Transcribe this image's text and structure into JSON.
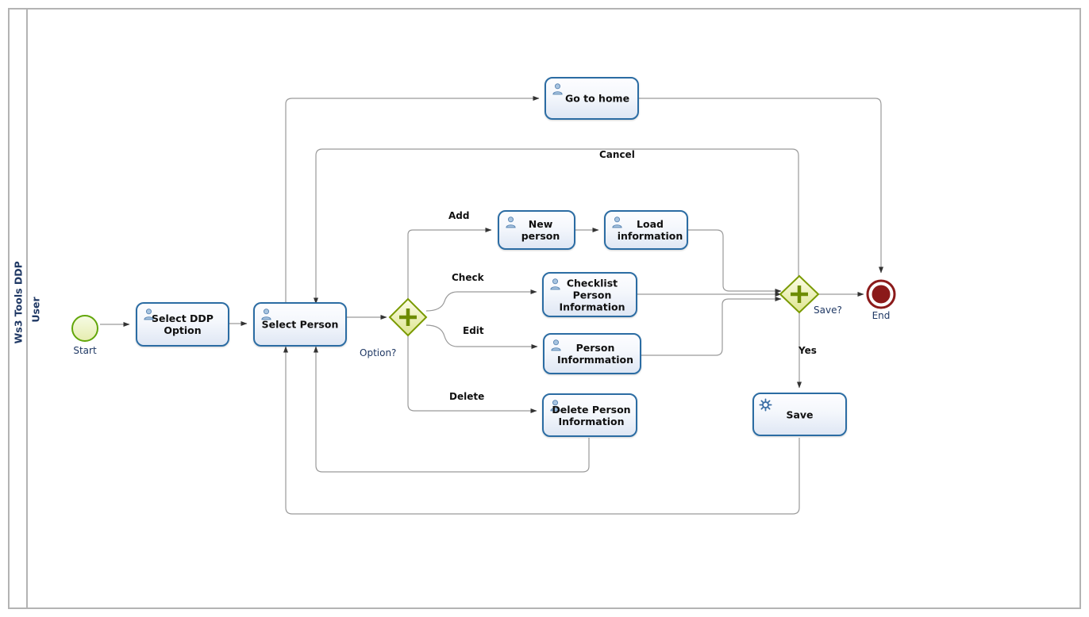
{
  "diagram": {
    "type": "bpmn-process",
    "pool_label": "Ws3 Tools DDP",
    "lane_label": "User",
    "colors": {
      "task_border": "#2b6ca3",
      "task_fill": "#eef2fa",
      "gateway_fill": "#eef5c4",
      "gateway_border": "#7a9a01",
      "start_fill": "#eff4c8",
      "start_border": "#62a60a",
      "end_fill": "#8b1a1a",
      "end_border": "#8b1a1a",
      "flow_stroke": "#9a9a9a",
      "pool_stroke": "#b3b3b3"
    }
  },
  "events": [
    {
      "id": "start",
      "name": "Start",
      "kind": "start-event"
    },
    {
      "id": "end",
      "name": "End",
      "kind": "end-event"
    }
  ],
  "gateways": [
    {
      "id": "gw-option",
      "name": "Option?",
      "kind": "parallel-gateway"
    },
    {
      "id": "gw-save",
      "name": "Save?",
      "kind": "parallel-gateway"
    }
  ],
  "tasks": [
    {
      "id": "select-ddp-option",
      "label": "Select DDP\nOption",
      "icon": "user-icon"
    },
    {
      "id": "select-person",
      "label": "Select Person",
      "icon": "user-icon"
    },
    {
      "id": "go-to-home",
      "label": "Go to home",
      "icon": "user-icon"
    },
    {
      "id": "new-person",
      "label": "New\nperson",
      "icon": "user-icon"
    },
    {
      "id": "load-information",
      "label": "Load\ninformation",
      "icon": "user-icon"
    },
    {
      "id": "checklist-person-information",
      "label": "Checklist\nPerson\nInformation",
      "icon": "user-icon"
    },
    {
      "id": "person-informmation",
      "label": "Person\nInformmation",
      "icon": "user-icon"
    },
    {
      "id": "delete-person-information",
      "label": "Delete Person\nInformation",
      "icon": "user-icon"
    },
    {
      "id": "save",
      "label": "Save",
      "icon": "gear-icon"
    }
  ],
  "flow_labels": [
    {
      "id": "cancel",
      "text": "Cancel"
    },
    {
      "id": "add",
      "text": "Add"
    },
    {
      "id": "check",
      "text": "Check"
    },
    {
      "id": "edit",
      "text": "Edit"
    },
    {
      "id": "delete",
      "text": "Delete"
    },
    {
      "id": "yes",
      "text": "Yes"
    }
  ],
  "labels": {
    "start": "Start",
    "end": "End",
    "option": "Option?",
    "save_q": "Save?",
    "cancel": "Cancel",
    "add": "Add",
    "check": "Check",
    "edit": "Edit",
    "delete": "Delete",
    "yes": "Yes",
    "pool": "Ws3 Tools DDP",
    "lane": "User",
    "t_select_ddp_1": "Select DDP",
    "t_select_ddp_2": "Option",
    "t_select_person": "Select Person",
    "t_go_home": "Go to home",
    "t_new_1": "New",
    "t_new_2": "person",
    "t_load_1": "Load",
    "t_load_2": "information",
    "t_check_1": "Checklist",
    "t_check_2": "Person",
    "t_check_3": "Information",
    "t_person_1": "Person",
    "t_person_2": "Informmation",
    "t_del_1": "Delete Person",
    "t_del_2": "Information",
    "t_save": "Save"
  }
}
